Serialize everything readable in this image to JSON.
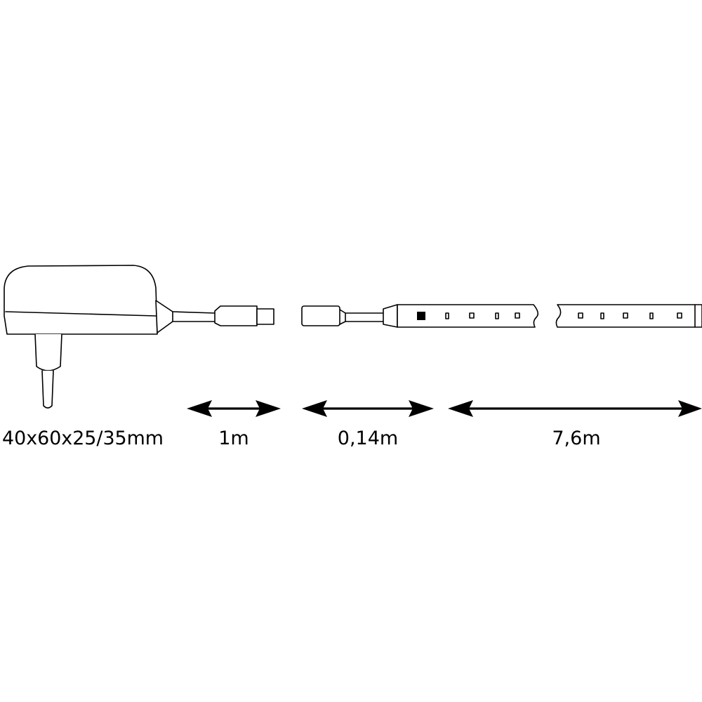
{
  "diagram": {
    "labels": {
      "adapter_dimensions": "40x60x25/35mm",
      "cable_length": "1m",
      "connector_length": "0,14m",
      "strip_length": "7,6m"
    },
    "colors": {
      "stroke": "#000000",
      "background": "#ffffff"
    }
  }
}
